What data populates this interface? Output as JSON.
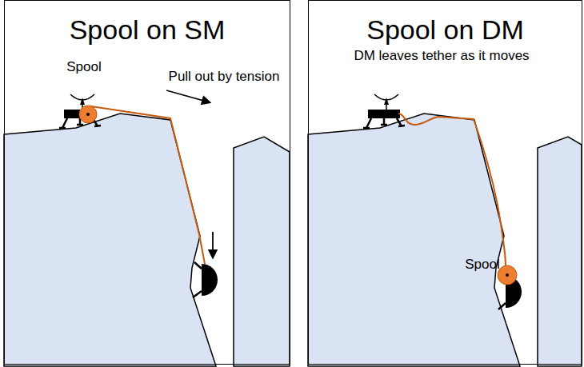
{
  "diagram": {
    "nodes": [
      {
        "text": [
          "Spool on SM"
        ]
      },
      {
        "text": [
          "Spool on DM"
        ]
      }
    ],
    "labels": [
      "Spool",
      "Pull out by tension",
      "DM leaves tether as it moves",
      "Spool"
    ]
  }
}
